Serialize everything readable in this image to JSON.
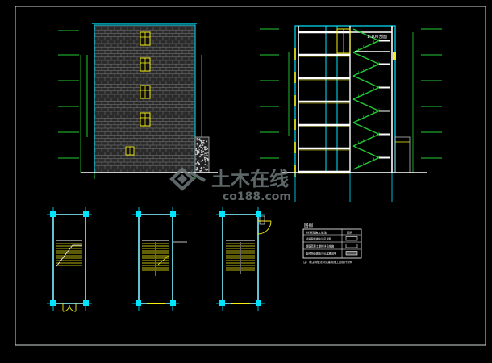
{
  "colors": {
    "background": "#000000",
    "frame": "#cfd8d8",
    "cyan": "#00e5ff",
    "green": "#22cc33",
    "yellow": "#f7f010",
    "white": "#ffffff",
    "gray": "#b8b8b8",
    "watermark": "#6f7a7a"
  },
  "watermark": {
    "brand": "土木在线",
    "domain": "co188.com"
  },
  "drawings": {
    "front_elevation": {
      "icon": "brick-elevation-drawing"
    },
    "section": {
      "icon": "stair-section-drawing",
      "label_1": "1:100",
      "label_2": "剖面",
      "floors": 6
    },
    "plans": [
      {
        "icon": "ground-floor-stair-plan-drawing"
      },
      {
        "icon": "typical-floor-stair-plan-drawing"
      },
      {
        "icon": "top-floor-stair-plan-drawing"
      }
    ]
  },
  "legend": {
    "title": "图例",
    "header_left": "材料及施工做法",
    "header_right": "图例",
    "rows": [
      "轻质隔墙做法详见说明",
      "钢筋混凝土楼梯详见结施",
      "面砖饰面做法详见建施说明"
    ],
    "note": "注：未注明做法详见建筑施工图设计说明"
  }
}
